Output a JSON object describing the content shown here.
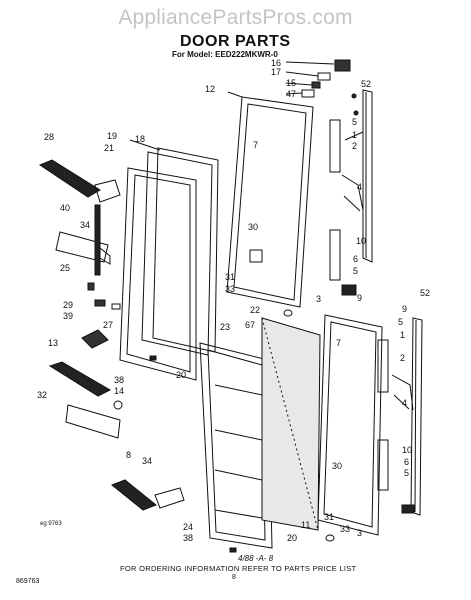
{
  "watermark": "AppliancePartsPros.com",
  "header": {
    "title": "DOOR PARTS",
    "model": "For Model: EED222MKWR-0"
  },
  "footer": {
    "ordering_note": "FOR ORDERING INFORMATION REFER TO PARTS PRICE LIST",
    "page_number": "8",
    "figure_number": "869763",
    "figure_ref": "eg  9763",
    "page_ref": "4/88 -A- 8"
  },
  "callouts": [
    "16",
    "17",
    "15",
    "47",
    "52",
    "12",
    "7",
    "5",
    "1",
    "2",
    "4",
    "10",
    "6",
    "5",
    "9",
    "3",
    "30",
    "31",
    "33",
    "28",
    "19",
    "21",
    "18",
    "34",
    "40",
    "25",
    "29",
    "39",
    "27",
    "13",
    "32",
    "38",
    "14",
    "22",
    "67",
    "23",
    "20",
    "7",
    "52",
    "9",
    "5",
    "1",
    "2",
    "4",
    "10",
    "6",
    "5",
    "30",
    "31",
    "11",
    "33",
    "3",
    "8",
    "34",
    "24",
    "38",
    "20"
  ],
  "colors": {
    "ink": "#111111",
    "watermark": "#c4c4c4",
    "background": "#ffffff"
  }
}
